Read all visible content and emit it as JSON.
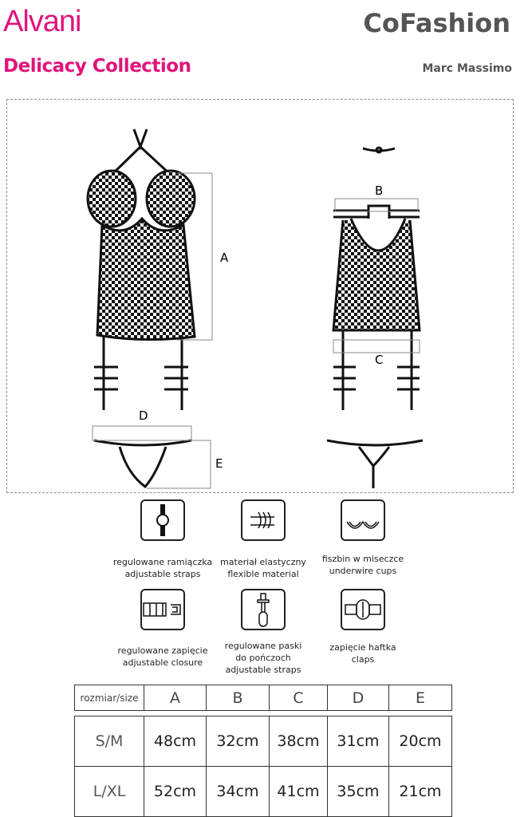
{
  "header": {
    "brand": "Alvani",
    "collection": "Delicacy Collection",
    "company": "CoFashion",
    "designer": "Marc Massimo"
  },
  "drawing_labels": {
    "a": "A",
    "b": "B",
    "c": "C",
    "d": "D",
    "e": "E"
  },
  "features": [
    {
      "icon": "adjustable-strap-icon",
      "pl": "regulowane ramiączka",
      "en": "adjustable straps"
    },
    {
      "icon": "elastic-material-icon",
      "pl": "materiał elastyczny",
      "en": "flexible material"
    },
    {
      "icon": "underwire-cups-icon",
      "pl": "fiszbin w miseczce",
      "en": "underwire cups"
    },
    {
      "icon": "adjustable-closure-icon",
      "pl": "regulowane zapięcie",
      "en": "adjustable closure"
    },
    {
      "icon": "garter-strap-icon",
      "pl": "regulowane paski",
      "pl2": "do pończoch",
      "en": "adjustable straps"
    },
    {
      "icon": "hook-clasp-icon",
      "pl": "zapięcie haftka",
      "en": "claps"
    }
  ],
  "size_table": {
    "headers": [
      "rozmiar/size",
      "A",
      "B",
      "C",
      "D",
      "E"
    ],
    "rows": [
      [
        "S/M",
        "48cm",
        "32cm",
        "38cm",
        "31cm",
        "20cm"
      ],
      [
        "L/XL",
        "52cm",
        "34cm",
        "41cm",
        "35cm",
        "21cm"
      ]
    ]
  }
}
